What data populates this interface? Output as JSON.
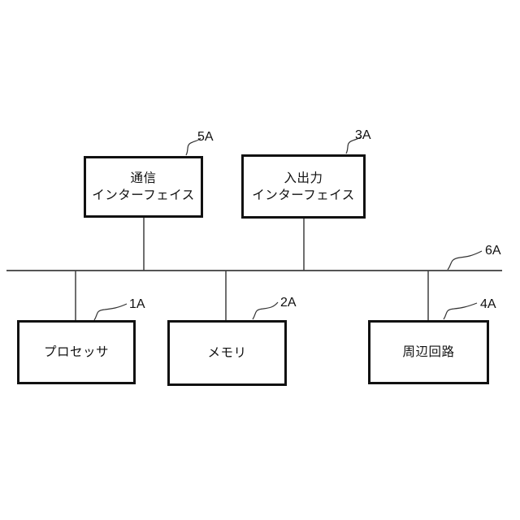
{
  "diagram": {
    "type": "block-diagram",
    "style": "patent-figure",
    "background": "#ffffff",
    "border_color": "#111111",
    "bus_color": "#555555",
    "connector_color": "#3f3f3f",
    "nodes": [
      {
        "name": "communication-interface",
        "lines": [
          "通信",
          "インターフェイス"
        ],
        "ref": "5A",
        "connected_to": "bus"
      },
      {
        "name": "io-interface",
        "lines": [
          "入出力",
          "インターフェイス"
        ],
        "ref": "3A",
        "connected_to": "bus"
      },
      {
        "name": "processor",
        "lines": [
          "プロセッサ"
        ],
        "ref": "1A",
        "connected_to": "bus"
      },
      {
        "name": "memory",
        "lines": [
          "メモリ"
        ],
        "ref": "2A",
        "connected_to": "bus"
      },
      {
        "name": "peripheral-circuit",
        "lines": [
          "周辺回路"
        ],
        "ref": "4A",
        "connected_to": "bus"
      }
    ],
    "bus": {
      "name": "system-bus",
      "ref": "6A"
    }
  }
}
